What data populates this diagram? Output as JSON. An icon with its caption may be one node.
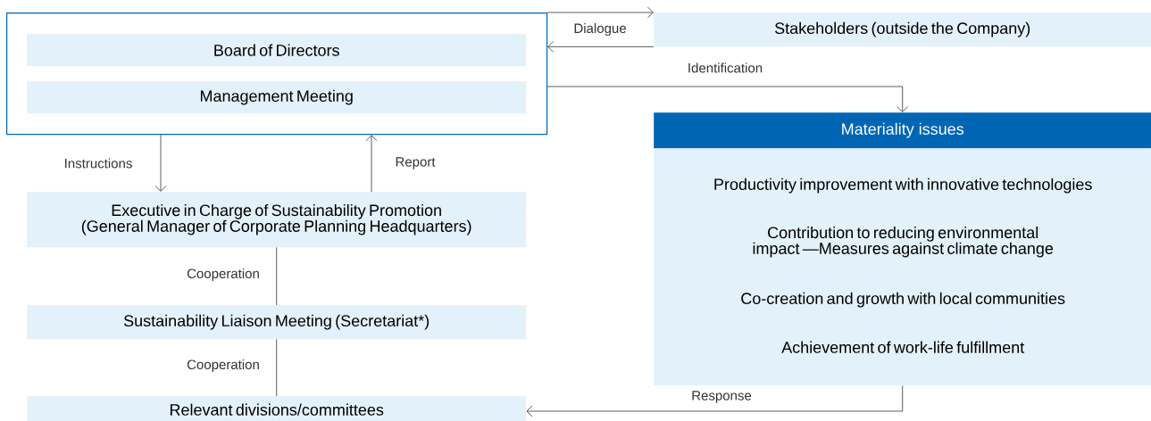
{
  "diagram": {
    "nodes": [
      {
        "text": [],
        "shape": "box"
      },
      {
        "text": [
          "Board of Directors"
        ],
        "in": 0
      },
      {
        "text": [
          "Management Meeting"
        ],
        "in": 0
      },
      {
        "text": [
          "Stakeholders (outside the Company)"
        ]
      },
      {
        "text": [
          "Materiality issues"
        ]
      },
      {
        "text": [
          "Productivity improvement with innovative technologies"
        ],
        "in": 4
      },
      {
        "text": [
          "Contribution to reducing environmental impact —Measures against climate change"
        ],
        "in": 4
      },
      {
        "text": [
          "Co-creation and growth with local communities"
        ],
        "in": 4
      },
      {
        "text": [
          "Achievement of work-life fulfillment"
        ],
        "in": 4
      },
      {
        "text": [
          "Executive in Charge of Sustainability Promotion (General Manager of Corporate Planning Headquarters)"
        ]
      },
      {
        "text": [
          "Sustainability Liaison Meeting (Secretariat*)"
        ]
      },
      {
        "text": [
          "Relevant divisions/committees"
        ]
      }
    ],
    "edges": [
      {
        "from": 0,
        "to": 3,
        "arrow": "to",
        "label": "Dialogue"
      },
      {
        "from": 3,
        "to": 0,
        "arrow": "to"
      },
      {
        "from": 0,
        "to": 4,
        "arrow": "to",
        "label": "Identification"
      },
      {
        "from": 0,
        "to": 9,
        "arrow": "to",
        "label": "Instructions"
      },
      {
        "from": 9,
        "to": 0,
        "arrow": "to",
        "label": "Report"
      },
      {
        "from": 9,
        "to": 10,
        "arrow": "none",
        "label": "Cooperation"
      },
      {
        "from": 10,
        "to": 11,
        "arrow": "none",
        "label": "Cooperation"
      },
      {
        "from": 4,
        "to": 11,
        "arrow": "to",
        "label": "Response"
      }
    ]
  }
}
